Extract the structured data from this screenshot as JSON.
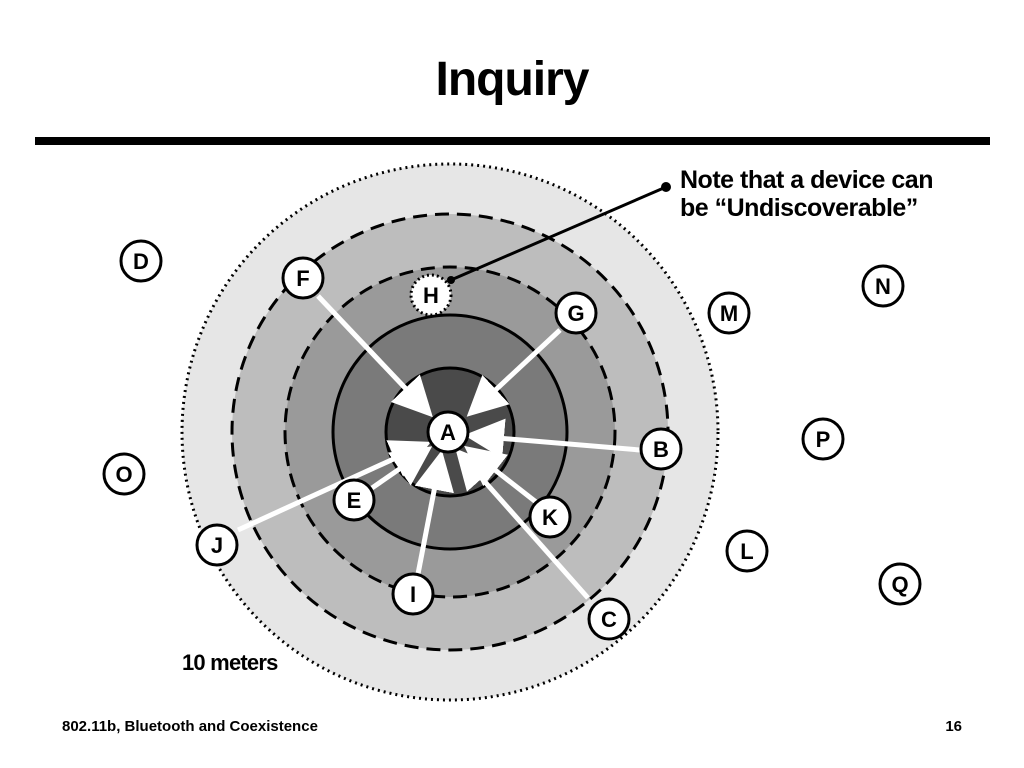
{
  "slide": {
    "title": "Inquiry",
    "note_line1": "Note that a device can",
    "note_line2": "be “Undiscoverable”",
    "scale_label": "10 meters",
    "footer_text": "802.11b, Bluetooth and Coexistence",
    "page_number": "16"
  },
  "nodes": {
    "A": "A",
    "B": "B",
    "C": "C",
    "D": "D",
    "E": "E",
    "F": "F",
    "G": "G",
    "H": "H",
    "I": "I",
    "J": "J",
    "K": "K",
    "L": "L",
    "M": "M",
    "N": "N",
    "O": "O",
    "P": "P",
    "Q": "Q"
  },
  "colors": {
    "ring_outer": "#e6e6e6",
    "ring_2": "#bdbdbd",
    "ring_3": "#9a9a9a",
    "ring_4": "#7a7a7a",
    "ring_center": "#4a4a4a",
    "node_fill": "#ffffff",
    "stroke": "#000000"
  }
}
